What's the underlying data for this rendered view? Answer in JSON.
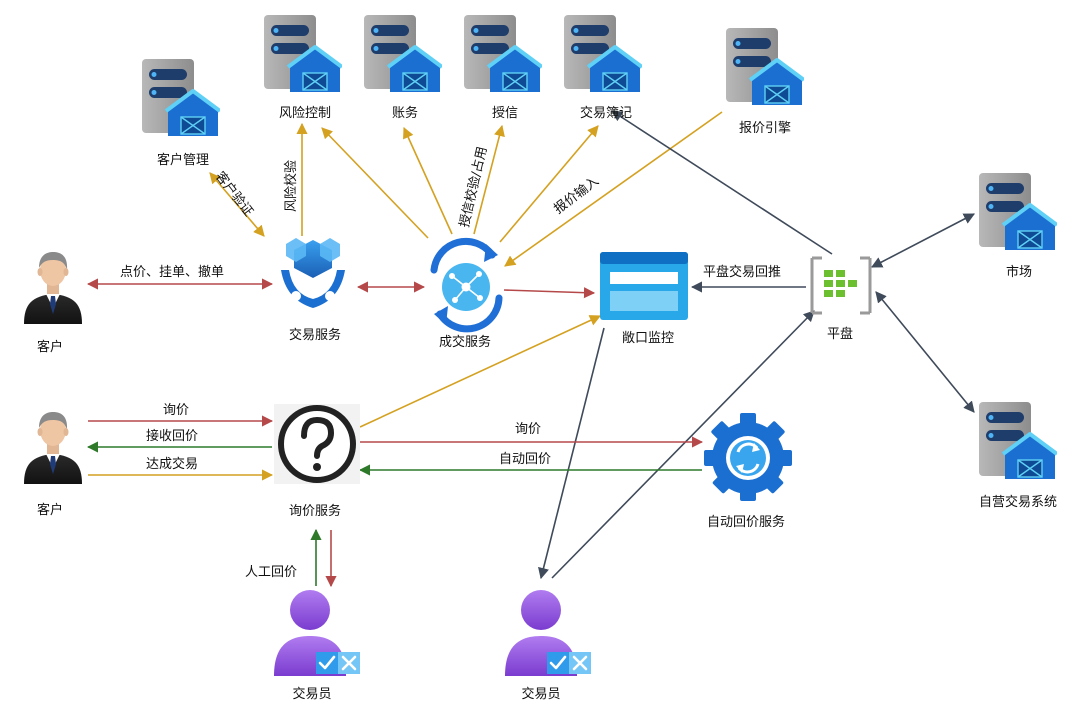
{
  "nodes": {
    "customer_mgmt": "客户管理",
    "risk_control": "风险控制",
    "accounting": "账务",
    "credit": "授信",
    "trade_booking": "交易簿记",
    "quote_engine": "报价引擎",
    "market": "市场",
    "customer_top": "客户",
    "trade_service": "交易服务",
    "deal_service": "成交服务",
    "exposure_monitor": "敞口监控",
    "flat_position": "平盘",
    "customer_bottom": "客户",
    "inquiry_service": "询价服务",
    "auto_quote_service": "自动回价服务",
    "proprietary_system": "自营交易系统",
    "trader_left": "交易员",
    "trader_right": "交易员"
  },
  "edges": {
    "customer_verify": "客户验证",
    "risk_check": "风险校验",
    "credit_check": "授信校验/占用",
    "quote_input": "报价输入",
    "order_actions": "点价、挂单、撤单",
    "flat_trade_push": "平盘交易回推",
    "inquiry": "询价",
    "receive_quote": "接收回价",
    "reach_trade": "达成交易",
    "inquiry_auto": "询价",
    "auto_reply": "自动回价",
    "manual_reply": "人工回价"
  },
  "colors": {
    "red": "#b5494a",
    "gold": "#d4a121",
    "green": "#2e7a2a",
    "slate": "#3f4a5a",
    "azure": "#1b6fd1",
    "purple": "#8c4fd8",
    "green_accent": "#6cbf2f"
  },
  "icons": {
    "server": "server-icon",
    "person": "person-icon",
    "trader": "trader-icon",
    "question": "question-icon",
    "gear": "gear-icon"
  }
}
